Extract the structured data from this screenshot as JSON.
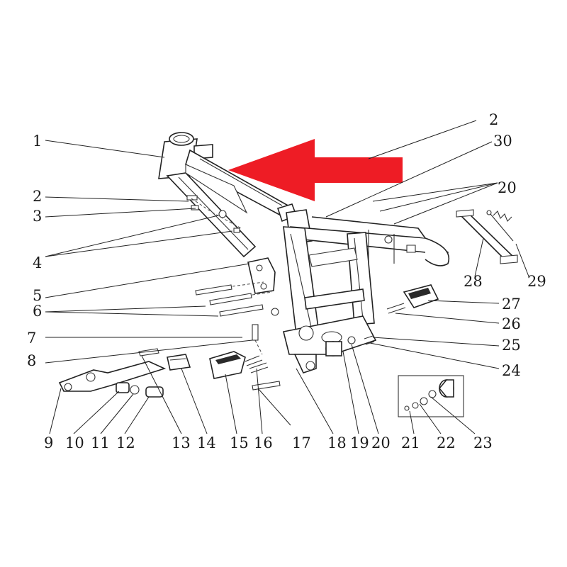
{
  "diagram": {
    "arrow_color": "#ee1c25",
    "callouts": [
      {
        "id": "c1",
        "text": "1"
      },
      {
        "id": "c2a",
        "text": "2"
      },
      {
        "id": "c2b",
        "text": "2"
      },
      {
        "id": "c3",
        "text": "3"
      },
      {
        "id": "c4",
        "text": "4"
      },
      {
        "id": "c5",
        "text": "5"
      },
      {
        "id": "c6",
        "text": "6"
      },
      {
        "id": "c7",
        "text": "7"
      },
      {
        "id": "c8",
        "text": "8"
      },
      {
        "id": "c9",
        "text": "9"
      },
      {
        "id": "c10",
        "text": "10"
      },
      {
        "id": "c11",
        "text": "11"
      },
      {
        "id": "c12",
        "text": "12"
      },
      {
        "id": "c13",
        "text": "13"
      },
      {
        "id": "c14",
        "text": "14"
      },
      {
        "id": "c15",
        "text": "15"
      },
      {
        "id": "c16",
        "text": "16"
      },
      {
        "id": "c17",
        "text": "17"
      },
      {
        "id": "c18",
        "text": "18"
      },
      {
        "id": "c19",
        "text": "19"
      },
      {
        "id": "c20a",
        "text": "20"
      },
      {
        "id": "c20b",
        "text": "20"
      },
      {
        "id": "c21",
        "text": "21"
      },
      {
        "id": "c22",
        "text": "22"
      },
      {
        "id": "c23",
        "text": "23"
      },
      {
        "id": "c24",
        "text": "24"
      },
      {
        "id": "c25",
        "text": "25"
      },
      {
        "id": "c26",
        "text": "26"
      },
      {
        "id": "c27",
        "text": "27"
      },
      {
        "id": "c28",
        "text": "28"
      },
      {
        "id": "c29",
        "text": "29"
      },
      {
        "id": "c30",
        "text": "30"
      }
    ]
  }
}
